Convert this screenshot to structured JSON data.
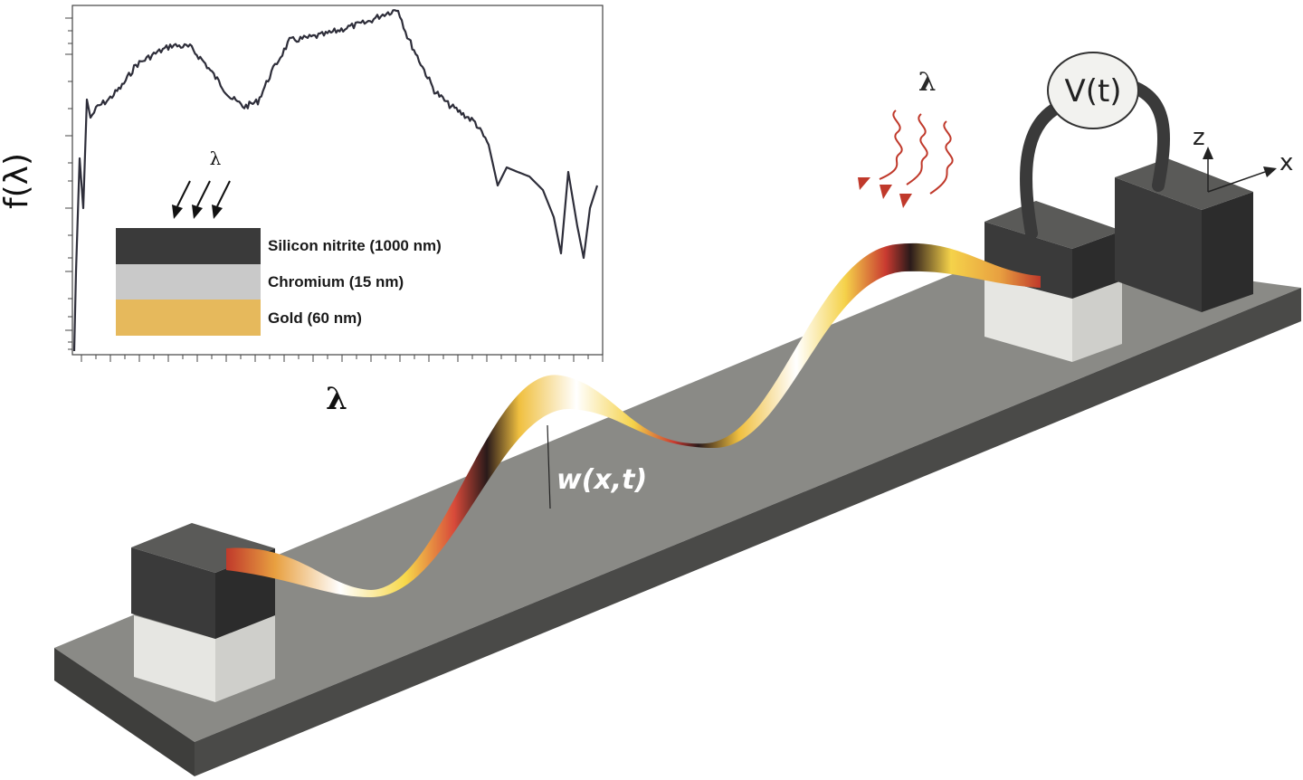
{
  "inset": {
    "y_label": "f(λ)",
    "x_label": "λ",
    "incident_label": "λ",
    "layers": [
      {
        "name": "Silicon nitrite (1000 nm)",
        "color": "#3a3a3a"
      },
      {
        "name": "Chromium (15 nm)",
        "color": "#c9c9c9"
      },
      {
        "name": "Gold (60 nm)",
        "color": "#e6b95c"
      }
    ]
  },
  "device": {
    "voltage_label": "V(t)",
    "axis_z": "z",
    "axis_x": "x",
    "deflection_label": "w(x,t)",
    "light_label": "λ",
    "colors": {
      "base_top": "#8a8a86",
      "base_side": "#3e3e3c",
      "block": "#3d3d3d",
      "arrow": "#c0392b"
    }
  }
}
